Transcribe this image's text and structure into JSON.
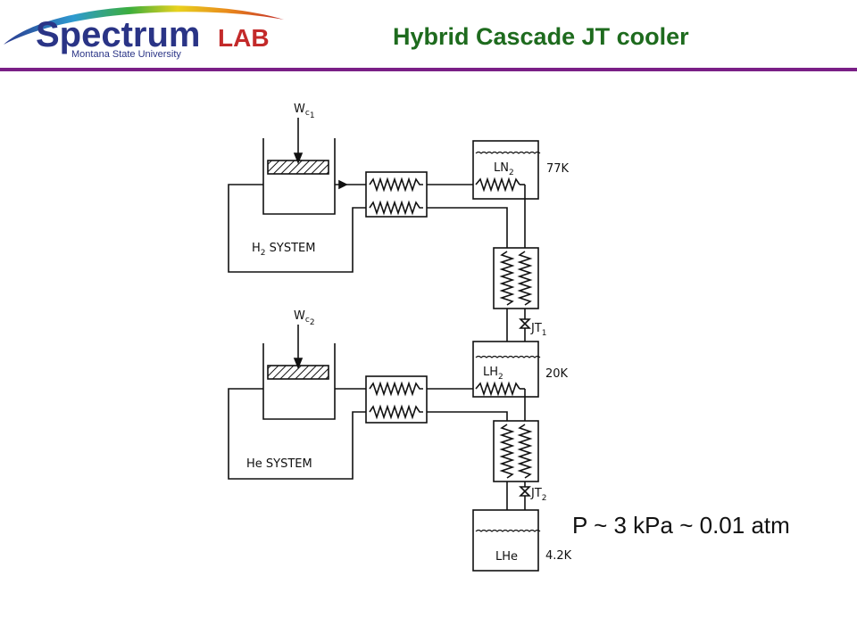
{
  "header": {
    "title": "Hybrid Cascade JT cooler",
    "logo": {
      "word": "Spectrum",
      "lab": "LAB",
      "subtitle": "Montana State University"
    }
  },
  "diagram": {
    "work_label": "W",
    "work_subscript": "c",
    "stage1_work_index": "1",
    "stage2_work_index": "2",
    "h2_system_label": "H",
    "h2_system_sub": "2",
    "h2_system_suffix": " SYSTEM",
    "he_system_label": "He  SYSTEM",
    "ln2_label": "LN",
    "ln2_sub": "2",
    "ln2_temp": "77K",
    "lh2_label": "LH",
    "lh2_sub": "2",
    "lh2_temp": "20K",
    "lhe_label": "LHe",
    "lhe_temp": "4.2K",
    "jt1_label": "JT",
    "jt1_sub": "1",
    "jt2_label": "JT",
    "jt2_sub": "2"
  },
  "note": "P ~ 3 kPa ~ 0.01 atm"
}
